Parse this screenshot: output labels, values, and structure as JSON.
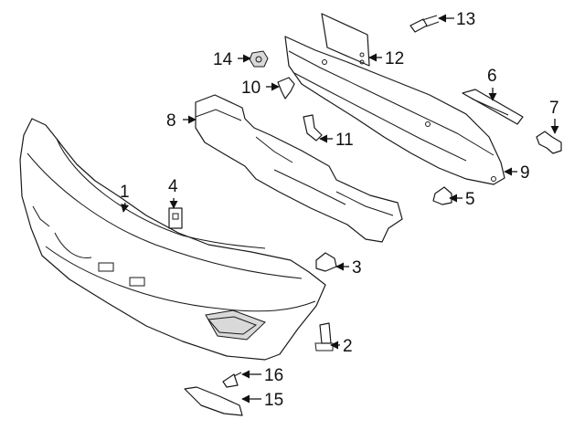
{
  "callouts": {
    "c1": "1",
    "c2": "2",
    "c3": "3",
    "c4": "4",
    "c5": "5",
    "c6": "6",
    "c7": "7",
    "c8": "8",
    "c9": "9",
    "c10": "10",
    "c11": "11",
    "c12": "12",
    "c13": "13",
    "c14": "14",
    "c15": "15",
    "c16": "16"
  },
  "colors": {
    "line": "#1a1a1a",
    "fill": "#ffffff",
    "shade": "#d9d9d9"
  }
}
